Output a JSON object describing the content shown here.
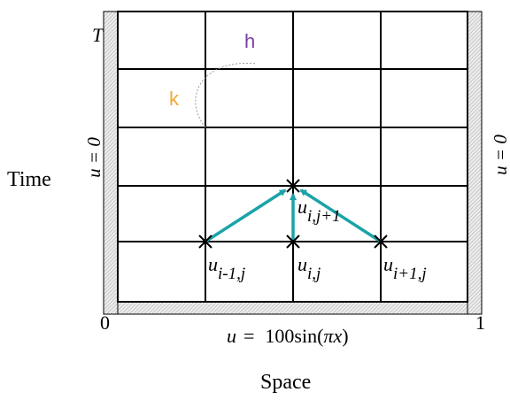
{
  "labels": {
    "t_top": "T",
    "left_boundary": "u = 0",
    "right_boundary": "u = 0",
    "time": "Time",
    "space": "Space",
    "x_origin": "0",
    "x_end": "1",
    "initial_u": "u",
    "initial_eq": "=",
    "initial_fn": "100sin(",
    "initial_pi": "πx",
    "initial_close": ")",
    "h": "h",
    "k": "k",
    "node_u": "u",
    "node_left_sub": "i-1,j",
    "node_center_sub": "i,j",
    "node_right_sub": "i+1,j",
    "node_top_sub": "i,j+1"
  },
  "colors": {
    "arrow": "#1aa3a8",
    "h": "#7a3fa0",
    "k": "#f0a830",
    "grid": "#000000",
    "hatch": "#bdbdbd"
  }
}
